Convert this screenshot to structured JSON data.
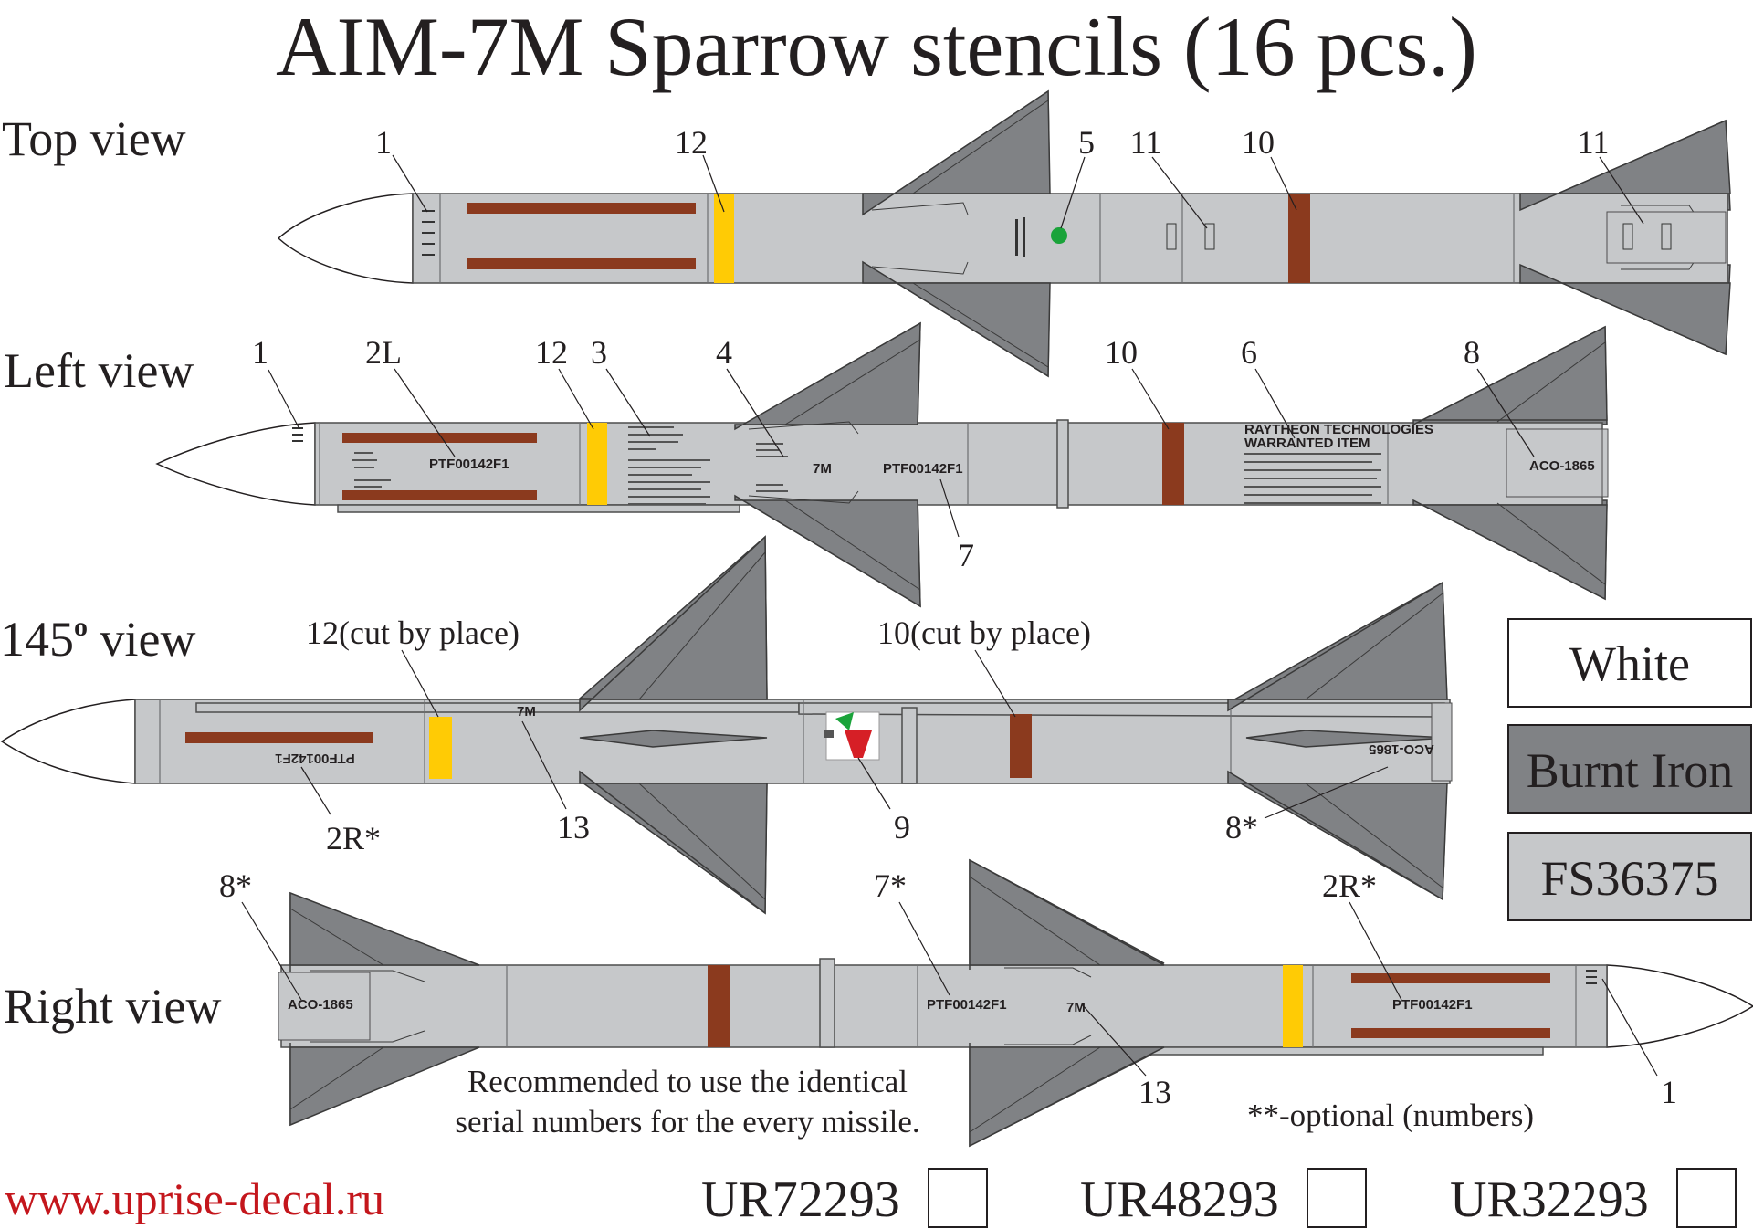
{
  "title": "AIM-7M Sparrow stencils (16 pcs.)",
  "views": {
    "top": "Top view",
    "left": "Left view",
    "v145_main": "145",
    "v145_deg": "o",
    "v145_suffix": " view",
    "right": "Right view"
  },
  "callouts": {
    "top": {
      "c1": "1",
      "c12": "12",
      "c5": "5",
      "c11a": "11",
      "c10": "10",
      "c11b": "11"
    },
    "left": {
      "c1": "1",
      "c2L": "2L",
      "c12": "12",
      "c3": "3",
      "c4": "4",
      "c10": "10",
      "c6": "6",
      "c8": "8",
      "c7": "7"
    },
    "v145": {
      "c12": "12(cut by place)",
      "c10": "10(cut by place)",
      "c2R": "2R*",
      "c13": "13",
      "c9": "9",
      "c8": "8*"
    },
    "right": {
      "c8": "8*",
      "c7": "7*",
      "c2R": "2R*",
      "c13": "13",
      "c1": "1"
    }
  },
  "stencils": {
    "serial": "PTF00142F1",
    "model": "7M",
    "aco": "ACO-1865",
    "raytheon": "RAYTHEON TECHNOLOGIES",
    "warranted": "WARRANTED ITEM"
  },
  "swatches": [
    {
      "label": "White",
      "color": "#ffffff"
    },
    {
      "label": "Burnt Iron",
      "color": "#808285"
    },
    {
      "label": "FS36375",
      "color": "#c6c8ca"
    }
  ],
  "notes": {
    "recommend_1": "Recommended to use the identical",
    "recommend_2": "serial numbers for the every missile.",
    "optional": "**-optional (numbers)"
  },
  "footer": {
    "website": "www.uprise-decal.ru",
    "codes": [
      "UR72293",
      "UR48293",
      "UR32293"
    ]
  },
  "colors": {
    "body": "#c6c8ca",
    "fins": "#808285",
    "band_brown": "#8b3a1e",
    "band_yellow": "#ffcb05",
    "website_red": "#c4161c"
  }
}
